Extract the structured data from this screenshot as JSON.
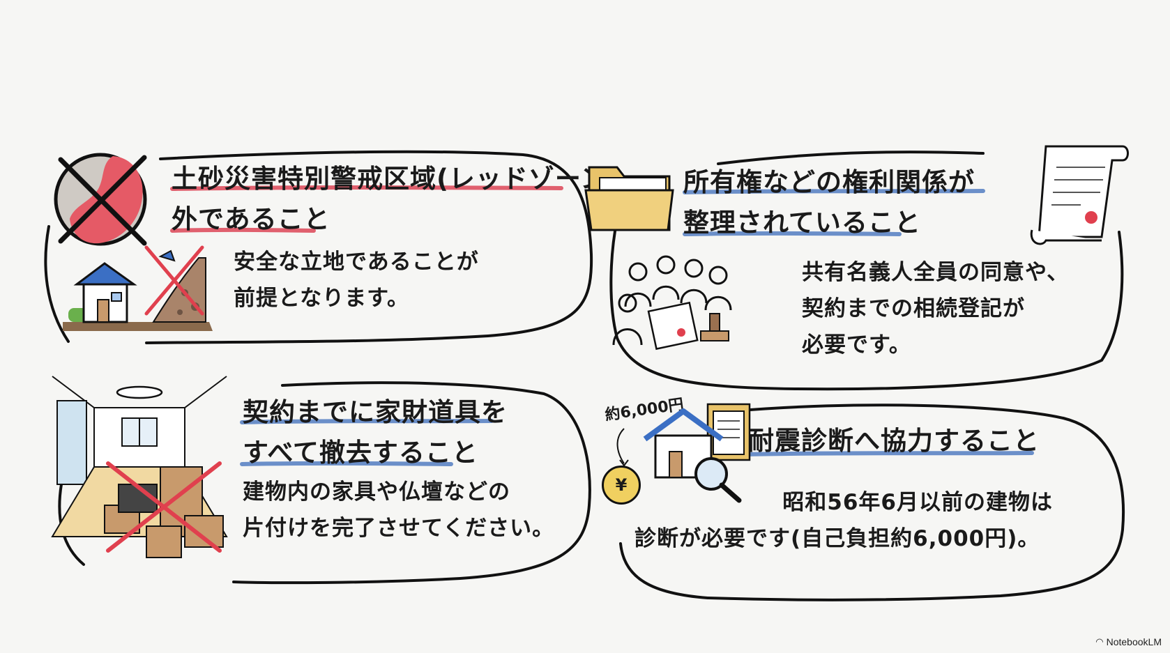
{
  "colors": {
    "red_underline": "#e0606e",
    "blue_underline": "#6b8fc9",
    "ink": "#1a1a1a"
  },
  "panels": [
    {
      "title": [
        "土砂災害特別警戒区域(レッドゾーン)",
        "外であること"
      ],
      "body": [
        "安全な立地であることが",
        "前提となります。"
      ],
      "icon": "no-red-zone-icon"
    },
    {
      "title": [
        "所有権などの権利関係が",
        "整理されていること"
      ],
      "body": [
        "共有名義人全員の同意や、",
        "契約までの相続登記が",
        "必要です。"
      ],
      "icon": "folder-icon"
    },
    {
      "title": [
        "契約までに家財道具を",
        "すべて撤去すること"
      ],
      "body": [
        "建物内の家具や仏壇などの",
        "片付けを完了させてください。"
      ],
      "icon": "empty-room-icon"
    },
    {
      "title": [
        "耐震診断へ協力すること"
      ],
      "body": [
        "昭和56年6月以前の建物は",
        "診断が必要です(自己負担約6,000円)。"
      ],
      "icon": "house-inspection-icon",
      "cost_label": "約6,000円",
      "yen_symbol": "¥"
    }
  ],
  "watermark": "NotebookLM"
}
